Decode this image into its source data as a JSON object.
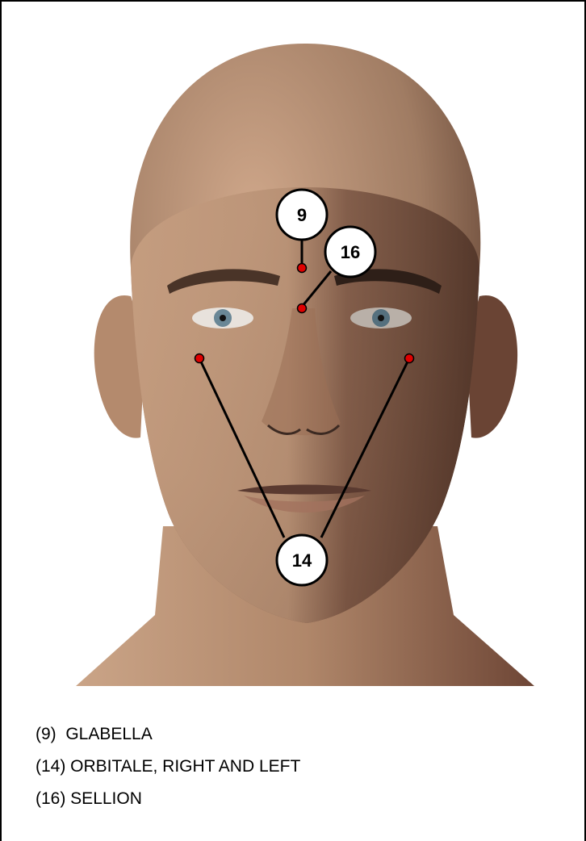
{
  "callouts": [
    {
      "id": "9",
      "label": "9"
    },
    {
      "id": "16",
      "label": "16"
    },
    {
      "id": "14",
      "label": "14"
    }
  ],
  "legend": [
    "(9)  GLABELLA",
    "(14) ORBITALE, RIGHT AND LEFT",
    "(16) SELLION"
  ],
  "colors": {
    "landmark_dot": "#e00000",
    "leader_line": "#000000",
    "callout_fill": "#ffffff"
  }
}
